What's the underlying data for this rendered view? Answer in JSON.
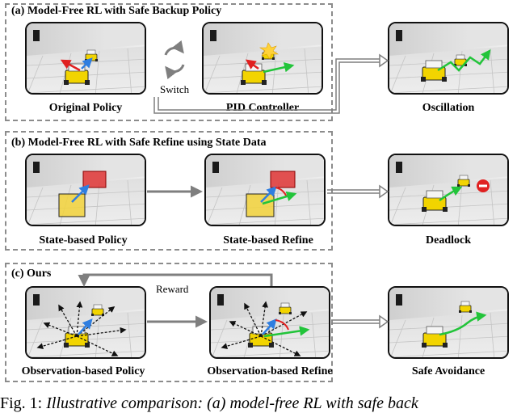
{
  "sections": {
    "a": {
      "title": "(a) Model-Free RL with Safe Backup Policy",
      "labels": [
        "Original Policy",
        "PID Controller",
        "Oscillation"
      ],
      "switch_label": "Switch"
    },
    "b": {
      "title": "(b) Model-Free RL with Safe Refine using State Data",
      "labels": [
        "State-based Policy",
        "State-based Refine",
        "Deadlock"
      ]
    },
    "c": {
      "title": "(c) Ours",
      "labels": [
        "Observation-based Policy",
        "Observation-based Refine",
        "Safe Avoidance"
      ],
      "reward_label": "Reward"
    }
  },
  "caption": {
    "prefix": "Fig. 1:",
    "text": "Illustrative comparison: (a) model-free RL with safe back"
  },
  "icons": [
    "switch-cycle-icon"
  ],
  "colors": {
    "dashed_border": "#8c8c8c",
    "arrow_gray": "#7f7f7f",
    "robot_yellow": "#f2d400",
    "red_arrow": "#e02020",
    "green_arrow": "#22c43a",
    "blue_arrow": "#2f7ee0",
    "state_box_yellow": "#f2d23a",
    "state_box_red": "#e02a2a"
  }
}
